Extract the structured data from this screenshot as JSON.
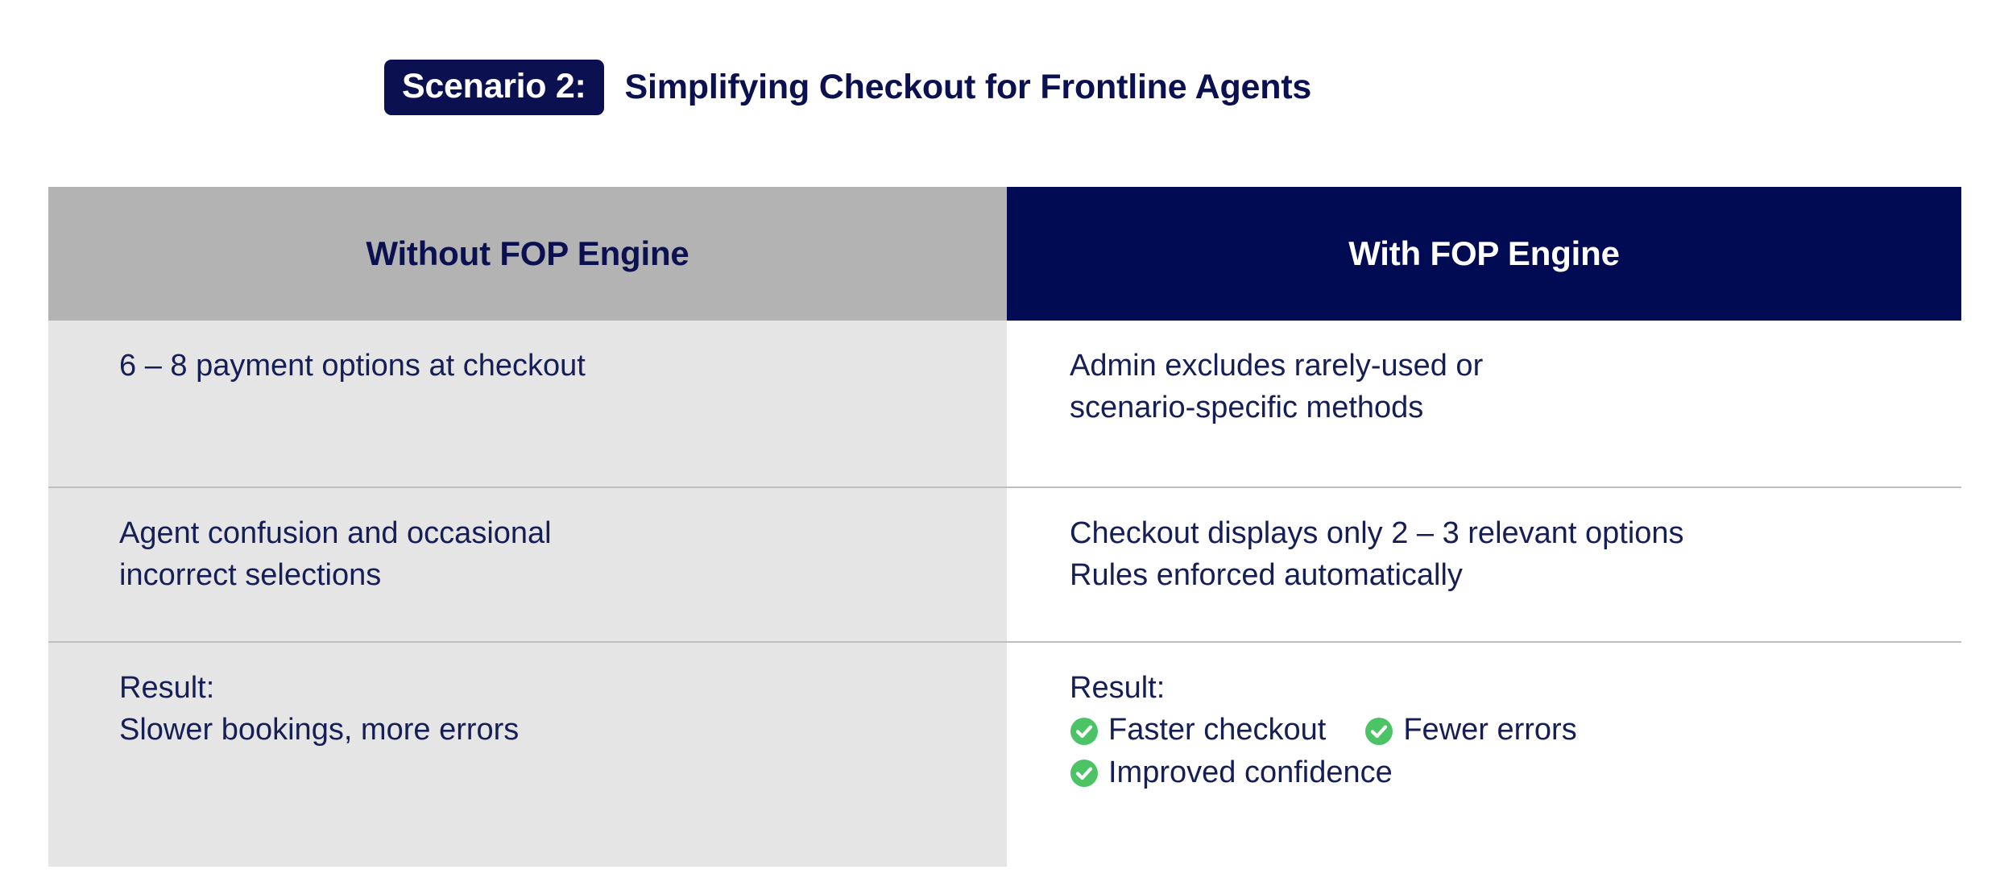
{
  "title": {
    "badge_label": "Scenario 2:",
    "heading": "Simplifying Checkout for Frontline Agents"
  },
  "colors": {
    "navy": "#0B1050",
    "header_dark": "#000B54",
    "header_gray": "#B3B3B3",
    "cell_gray": "#E5E5E5",
    "text_navy": "#161E56",
    "check_green": "#4CC466",
    "divider": "#BFBFBF"
  },
  "table": {
    "columns": [
      {
        "label": "Without FOP Engine",
        "variant": "gray"
      },
      {
        "label": "With FOP Engine",
        "variant": "navy"
      }
    ],
    "rows": [
      {
        "left": {
          "lines": [
            "6 – 8 payment options at checkout"
          ]
        },
        "right": {
          "lines": [
            "Admin excludes rarely-used or",
            "scenario-specific methods"
          ]
        }
      },
      {
        "left": {
          "lines": [
            "Agent confusion and occasional",
            "incorrect selections"
          ]
        },
        "right": {
          "lines": [
            "Checkout displays only 2 – 3 relevant options",
            "Rules enforced automatically"
          ]
        }
      },
      {
        "left": {
          "lines": [
            "Result:",
            "Slower bookings, more errors"
          ]
        },
        "right": {
          "result_label": "Result:",
          "checks_line_1": [
            "Faster checkout",
            "Fewer errors"
          ],
          "checks_line_2": [
            "Improved confidence"
          ]
        }
      }
    ]
  },
  "icons": {
    "check": "check-circle-icon"
  }
}
